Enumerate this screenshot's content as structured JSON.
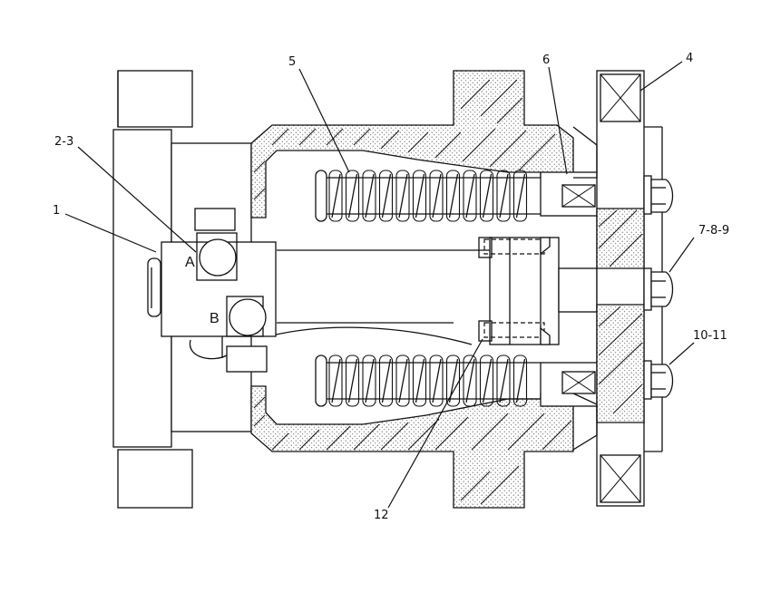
{
  "callouts": [
    {
      "id": "c1",
      "text": "1"
    },
    {
      "id": "c23",
      "text": "2-3"
    },
    {
      "id": "c5",
      "text": "5"
    },
    {
      "id": "c6",
      "text": "6"
    },
    {
      "id": "c4",
      "text": "4"
    },
    {
      "id": "c789",
      "text": "7-8-9"
    },
    {
      "id": "c1011",
      "text": "10-11"
    },
    {
      "id": "c12",
      "text": "12"
    }
  ],
  "ports": {
    "a": "A",
    "b": "B"
  },
  "colors": {
    "line": "#111111",
    "background": "#ffffff"
  }
}
